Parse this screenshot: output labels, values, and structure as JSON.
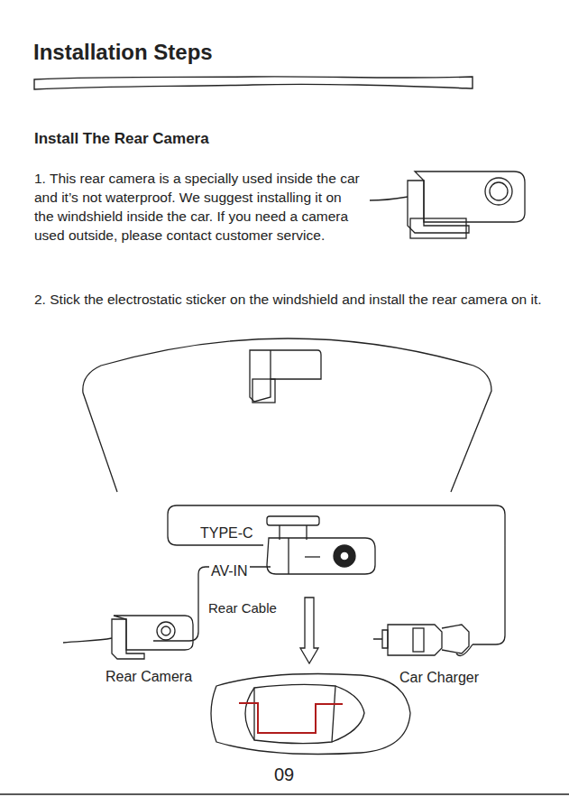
{
  "diagram": {
    "title": "Installation Steps",
    "labels": [
      "Install The Rear Camera",
      "1. This rear camera is a specially used inside the car and it’s not waterproof. We suggest installing it on the windshield inside the car. If you need a camera used outside, please contact customer service.",
      "2. Stick the electrostatic sticker on the windshield and install the rear camera on it.",
      "TYPE-C",
      "AV-IN",
      "Rear Cable",
      "Rear Camera",
      "Car Charger",
      "09"
    ]
  }
}
